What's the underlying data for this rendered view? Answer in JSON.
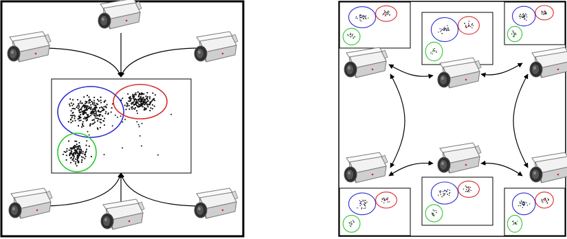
{
  "figure": {
    "left_panel": {
      "scheme": "centralized",
      "cameras": [
        {
          "name": "camera-top-center",
          "icon": "security-camera-icon"
        },
        {
          "name": "camera-top-left",
          "icon": "security-camera-icon"
        },
        {
          "name": "camera-top-right",
          "icon": "security-camera-icon"
        },
        {
          "name": "camera-bottom-left",
          "icon": "security-camera-icon"
        },
        {
          "name": "camera-bottom-center",
          "icon": "security-camera-icon"
        },
        {
          "name": "camera-bottom-right",
          "icon": "security-camera-icon"
        }
      ],
      "central_plot": {
        "clusters": [
          {
            "color": "#2a2ad8",
            "name": "blue-cluster"
          },
          {
            "color": "#d82a2a",
            "name": "red-cluster"
          },
          {
            "color": "#2ac82a",
            "name": "green-cluster"
          }
        ]
      }
    },
    "right_panel": {
      "scheme": "distributed",
      "camera_count": 6,
      "local_plot_count": 6,
      "cluster_colors": [
        "#2a2ad8",
        "#d82a2a",
        "#2ac82a"
      ]
    },
    "colors": {
      "frame": "#000000",
      "arrow": "#000000",
      "point": "#111111"
    }
  }
}
